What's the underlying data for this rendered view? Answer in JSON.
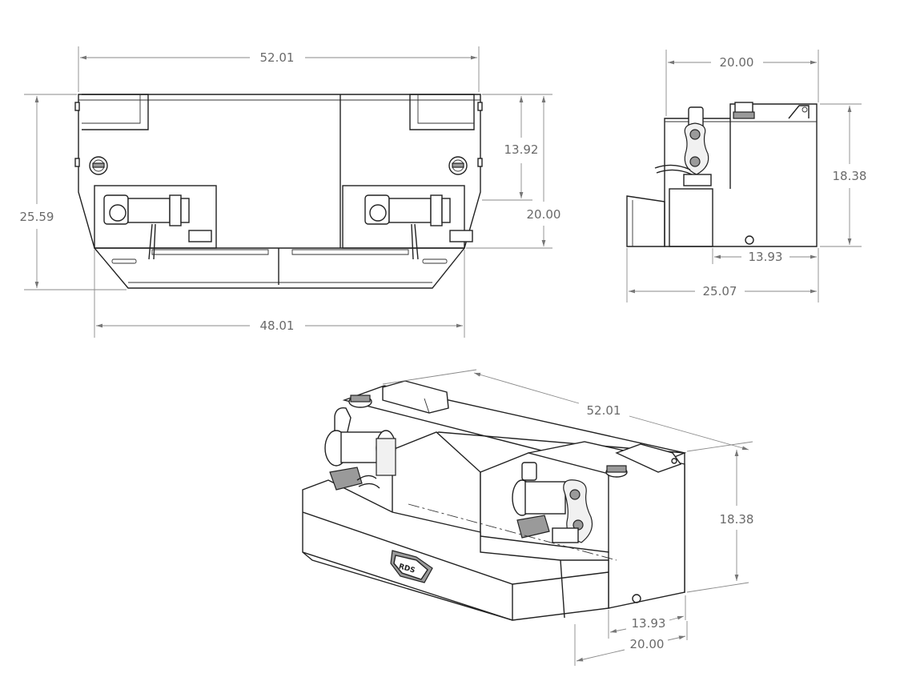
{
  "dimensions": {
    "front_width_top": "52.01",
    "front_width_bottom": "48.01",
    "front_height_total": "25.59",
    "front_height_upper": "13.92",
    "front_height_body": "20.00",
    "side_width_top": "20.00",
    "side_height": "18.38",
    "side_width_base": "13.93",
    "side_width_total": "25.07",
    "iso_length": "52.01",
    "iso_height": "18.38",
    "iso_depth_base": "13.93",
    "iso_depth_top": "20.00"
  },
  "logo": {
    "text": "RDS"
  }
}
